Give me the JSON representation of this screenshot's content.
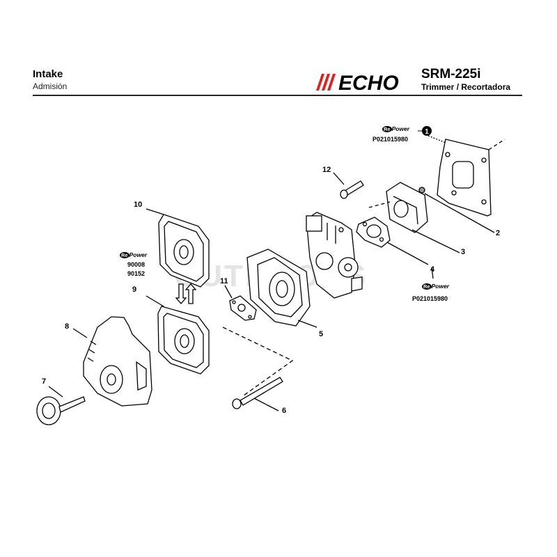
{
  "header": {
    "section_title": "Intake",
    "section_subtitle": "Admisión",
    "brand": "ECHO",
    "model": "SRM-225i",
    "model_subtitle": "Trimmer / Recortadora",
    "brand_color": "#e02020"
  },
  "watermark": "OUTDOORS",
  "repower": {
    "logo_re": "Re",
    "logo_power": "Power"
  },
  "callouts": {
    "c1": "1",
    "c2": "2",
    "c3": "3",
    "c4": "4",
    "c5": "5",
    "c6": "6",
    "c7": "7",
    "c8": "8",
    "c9": "9",
    "c10": "10",
    "c11": "11",
    "c12": "12"
  },
  "part_numbers": {
    "top": "P021015980",
    "mid": "P021015980",
    "left_1": "90008",
    "left_2": "90152"
  }
}
